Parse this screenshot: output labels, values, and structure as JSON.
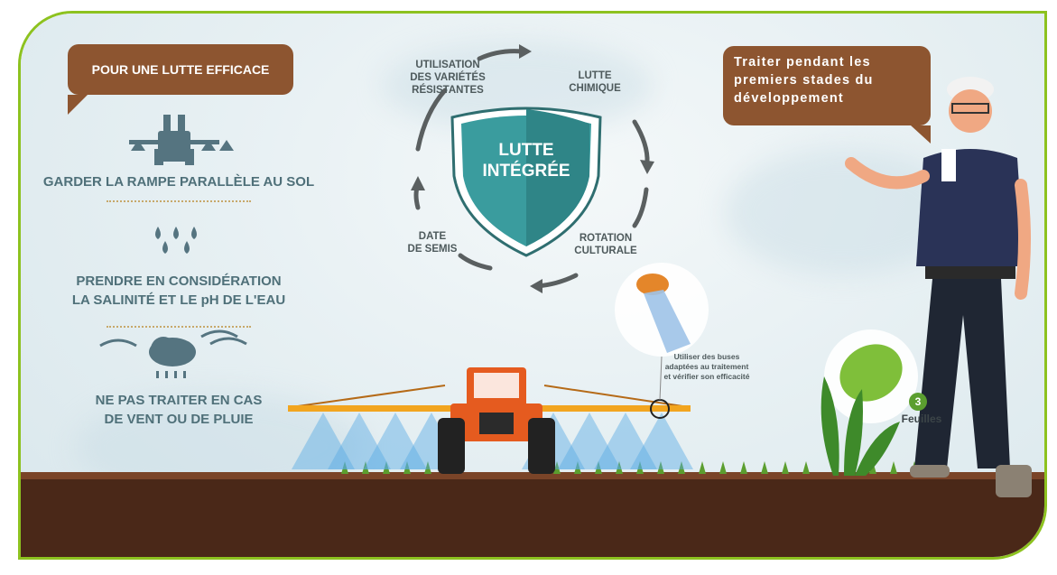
{
  "left_panel": {
    "header": "POUR UNE LUTTE EFFICACE",
    "tips": [
      {
        "icon": "tractor-boom-icon",
        "text_lines": [
          "GARDER LA RAMPE PARALLÈLE AU SOL"
        ]
      },
      {
        "icon": "water-drops-icon",
        "text_lines": [
          "PRENDRE EN CONSIDÉRATION",
          "LA SALINITÉ ET LE pH DE L'EAU"
        ]
      },
      {
        "icon": "wind-rain-cloud-icon",
        "text_lines": [
          "NE PAS TRAITER EN CAS",
          "DE VENT OU DE PLUIE"
        ]
      }
    ]
  },
  "cycle": {
    "center_lines": [
      "LUTTE",
      "INTÉGRÉE"
    ],
    "labels": {
      "resistant_varieties": [
        "UTILISATION",
        "DES VARIÉTÉS",
        "RÉSISTANTES"
      ],
      "chemical": [
        "LUTTE",
        "CHIMIQUE"
      ],
      "rotation": [
        "ROTATION",
        "CULTURALE"
      ],
      "sowing_date": [
        "DATE",
        "DE SEMIS"
      ]
    }
  },
  "speech_bubble": {
    "lines": [
      "Traiter pendant les",
      "premiers stades du",
      "développement"
    ]
  },
  "nozzle_callout": {
    "lines": [
      "Utiliser des buses",
      "adaptées au traitement",
      "et vérifier son efficacité"
    ]
  },
  "leaf_stage": {
    "number": "3",
    "label": "Feuilles"
  },
  "colors": {
    "frame_border": "#8dc21f",
    "bubble": "#8d5530",
    "tip_text": "#4f7079",
    "shield": "#3a9c9e",
    "soil": "#4a2818",
    "tractor": "#e55b1f",
    "boom": "#f2a51f"
  }
}
